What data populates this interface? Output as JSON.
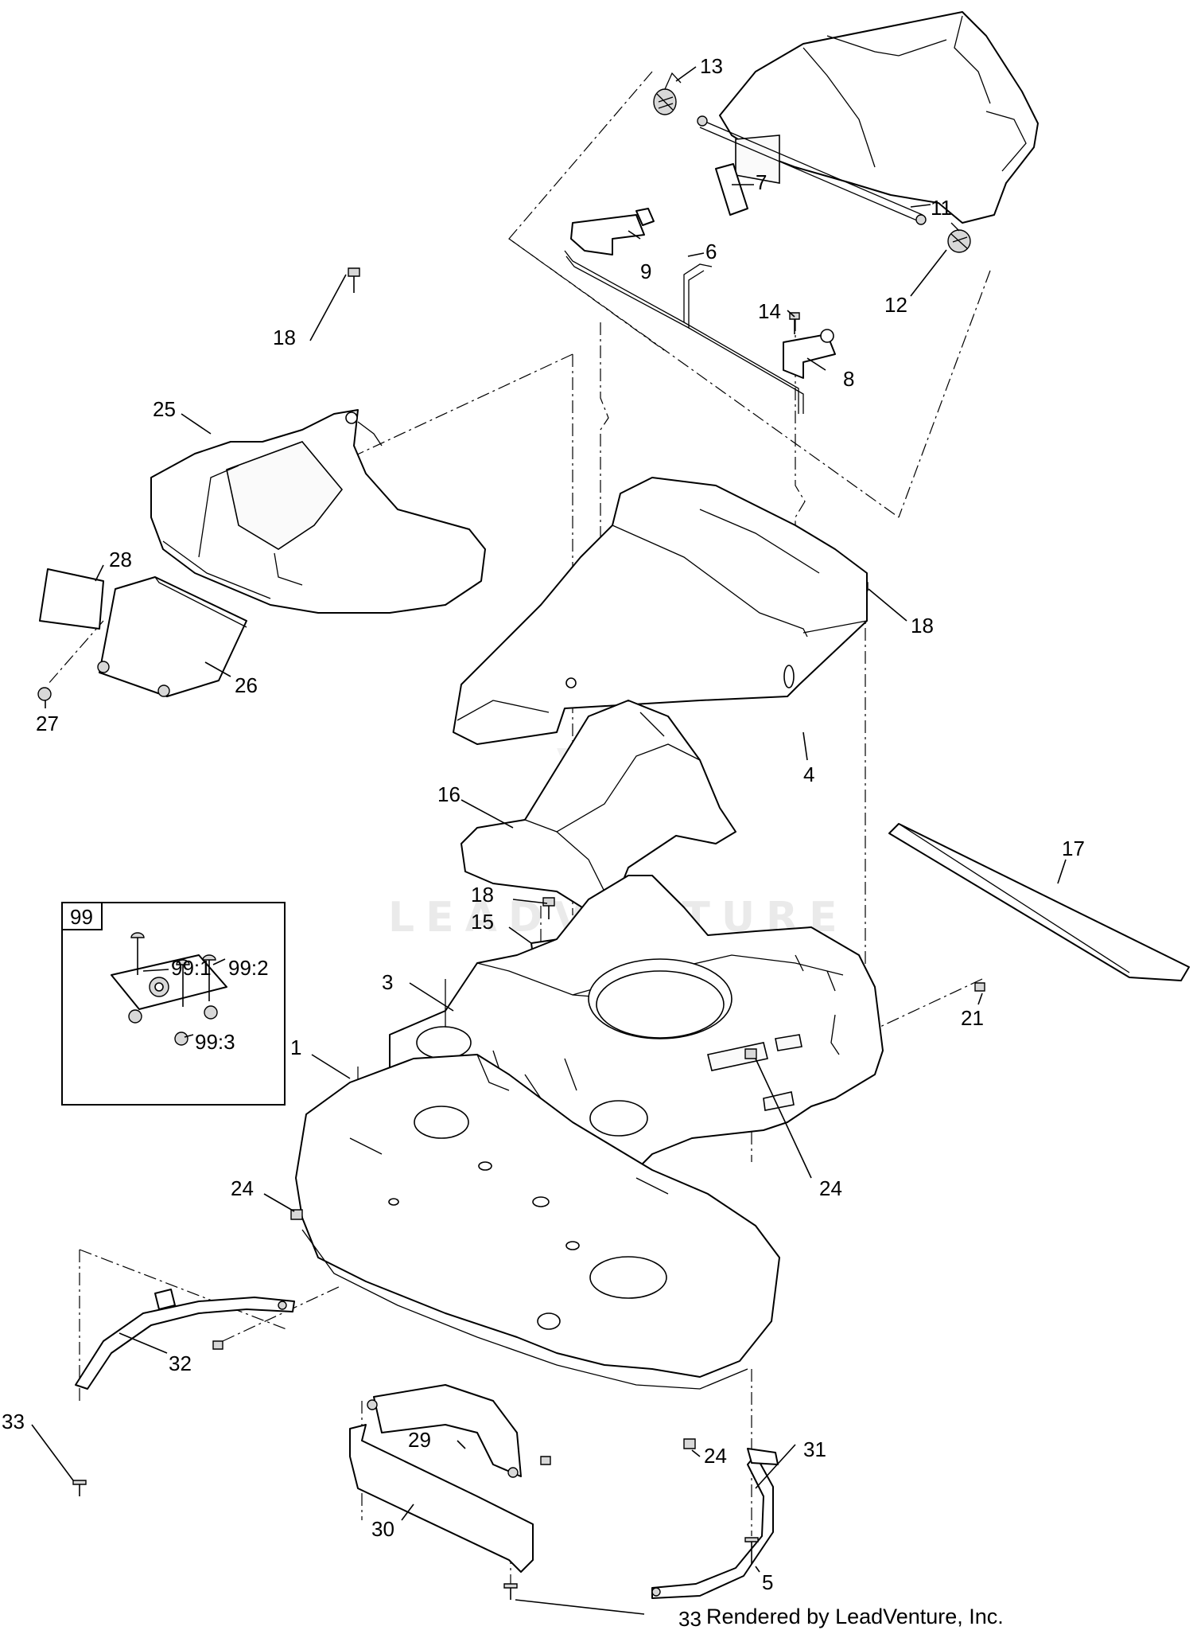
{
  "diagram": {
    "credit": "Rendered by LeadVenture, Inc.",
    "watermark": "LEADVENTURE",
    "callouts": [
      {
        "id": "c13",
        "label": "13"
      },
      {
        "id": "c7",
        "label": "7"
      },
      {
        "id": "c11",
        "label": "11"
      },
      {
        "id": "c6",
        "label": "6"
      },
      {
        "id": "c9",
        "label": "9"
      },
      {
        "id": "c12",
        "label": "12"
      },
      {
        "id": "c14",
        "label": "14"
      },
      {
        "id": "c8",
        "label": "8"
      },
      {
        "id": "c18a",
        "label": "18"
      },
      {
        "id": "c25",
        "label": "25"
      },
      {
        "id": "c28",
        "label": "28"
      },
      {
        "id": "c26",
        "label": "26"
      },
      {
        "id": "c27",
        "label": "27"
      },
      {
        "id": "c18b",
        "label": "18"
      },
      {
        "id": "c4",
        "label": "4"
      },
      {
        "id": "c16",
        "label": "16"
      },
      {
        "id": "c17",
        "label": "17"
      },
      {
        "id": "c18c",
        "label": "18"
      },
      {
        "id": "c15",
        "label": "15"
      },
      {
        "id": "c3",
        "label": "3"
      },
      {
        "id": "c21",
        "label": "21"
      },
      {
        "id": "c1",
        "label": "1"
      },
      {
        "id": "c24a",
        "label": "24"
      },
      {
        "id": "c24b",
        "label": "24"
      },
      {
        "id": "c32",
        "label": "32"
      },
      {
        "id": "c33a",
        "label": "33"
      },
      {
        "id": "c29",
        "label": "29"
      },
      {
        "id": "c24c",
        "label": "24"
      },
      {
        "id": "c31",
        "label": "31"
      },
      {
        "id": "c30",
        "label": "30"
      },
      {
        "id": "c5",
        "label": "5"
      },
      {
        "id": "c33b",
        "label": "33"
      }
    ],
    "inset": {
      "label": "99",
      "callouts": [
        {
          "id": "c99_1",
          "label": "99:1"
        },
        {
          "id": "c99_2",
          "label": "99:2"
        },
        {
          "id": "c99_3",
          "label": "99:3"
        }
      ]
    }
  }
}
